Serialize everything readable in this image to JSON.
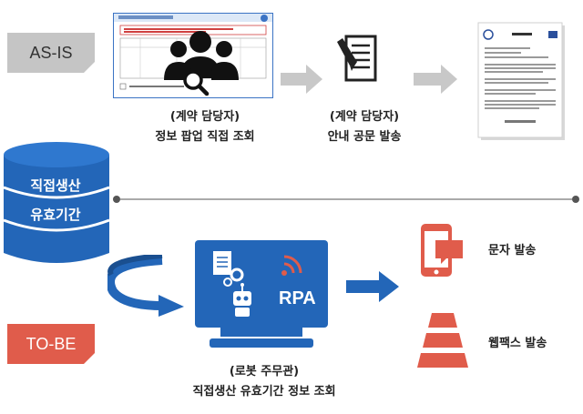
{
  "asis_label": "AS-IS",
  "tobe_label": "TO-BE",
  "database": {
    "line1": "직접생산",
    "line2": "유효기간"
  },
  "asis_steps": [
    {
      "role": "(계약 담당자)",
      "action": "정보 팝업 직접 조회"
    },
    {
      "role": "(계약 담당자)",
      "action": "안내 공문 발송"
    }
  ],
  "tobe_robot": {
    "badge": "RPA",
    "role": "(로봇 주무관)",
    "action": "직접생산 유효기간 정보 조회"
  },
  "tobe_outputs": [
    {
      "label": "문자 발송",
      "icon": "mobile-message-icon"
    },
    {
      "label": "웹팩스 발송",
      "icon": "webfax-icon"
    }
  ],
  "colors": {
    "accent_blue": "#2366b8",
    "accent_red": "#e05c4b",
    "arrow_gray": "#c8c8c8",
    "asis_tag": "#c5c5c5"
  }
}
